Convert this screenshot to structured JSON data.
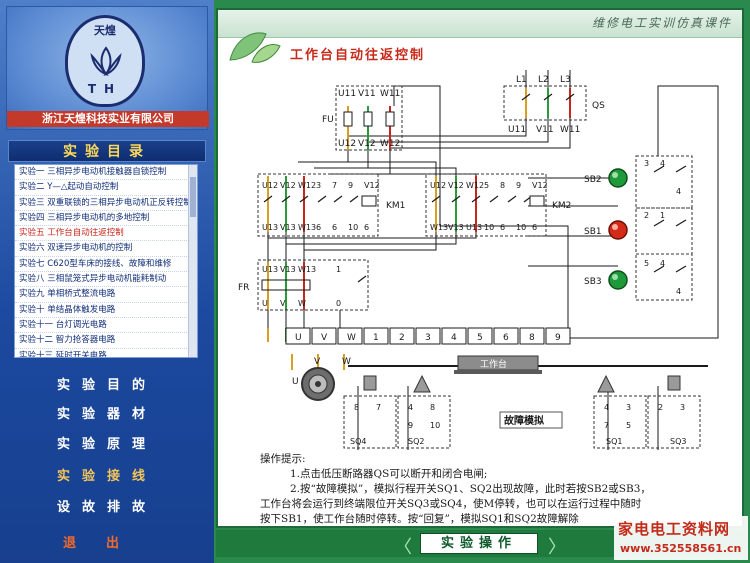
{
  "sidebar": {
    "logo_top_text": "天煌",
    "logo_th": "TH",
    "company": "浙江天煌科技实业有限公司",
    "menu_title": "实验目录",
    "experiments": [
      "实验一  三相异步电动机接触器自锁控制",
      "实验二  Y—△起动自动控制",
      "实验三  双重联锁的三相异步电动机正反转控制",
      "实验四  三相异步电动机的多地控制",
      "实验五  工作台自动往返控制",
      "实验六  双速异步电动机的控制",
      "实验七  C620型车床的接线、故障和维修",
      "实验八  三相鼠笼式异步电动机能耗制动",
      "实验九  单相桥式整流电路",
      "实验十  单结晶体触发电路",
      "实验十一  台灯调光电路",
      "实验十二  智力抢答器电路",
      "实验十三  延时开关电路"
    ],
    "active_index": 4,
    "buttons": [
      "实验目的",
      "实验器材",
      "实验原理",
      "实验接线",
      "设故排故"
    ],
    "exit_label": "退出"
  },
  "main": {
    "brand_title": "维修电工实训仿真课件",
    "page_title": "工作台自动往返控制",
    "tips_title": "操作提示:",
    "tips": [
      "1.点击低压断路器QS可以断开和闭合电闸;",
      "2.按“故障模拟”，模拟行程开关SQ1、SQ2出现故障，此时若按SB2或SB3，",
      "工作台将会运行到终端限位开关SQ3或SQ4，使M停转，也可以在运行过程中随时",
      "按下SB1，使工作台随时停转。按“回复”，模拟SQ1和SQ2故障解除"
    ],
    "fault_button": "故障模拟",
    "worktable_label": "工作台",
    "ops_button": "实验操作",
    "nav_prev": "〈",
    "nav_next": "〉"
  },
  "diagram": {
    "supply": [
      "L1",
      "L2",
      "L3"
    ],
    "qs_label": "QS",
    "qs_out": [
      "U11",
      "V11",
      "W11"
    ],
    "fu_label": "FU",
    "fu_in": [
      "U11",
      "V11",
      "W11"
    ],
    "fu_out": [
      "U12",
      "V12",
      "W12"
    ],
    "km1_label": "KM1",
    "km2_label": "KM2",
    "km1_top": [
      "U12",
      "V12",
      "W12",
      "3",
      "7",
      "9",
      "V12"
    ],
    "km1_bot": [
      "U13",
      "V13",
      "W13",
      "6",
      "6",
      "10",
      "6"
    ],
    "km2_top": [
      "U12",
      "V12",
      "W12",
      "5",
      "8",
      "9",
      "V12"
    ],
    "km2_bot": [
      "W13",
      "V13",
      "U13",
      "10",
      "6",
      "10",
      "6"
    ],
    "fr_label": "FR",
    "fr_top": [
      "U13",
      "V13",
      "W13",
      "1"
    ],
    "fr_bot": [
      "U",
      "V",
      "W",
      "0"
    ],
    "terminals": [
      "U",
      "V",
      "W",
      "1",
      "2",
      "3",
      "4",
      "5",
      "6",
      "8",
      "9"
    ],
    "motor_labels": [
      "U",
      "V",
      "W"
    ],
    "sb_labels": [
      "SB2",
      "SB1",
      "SB3"
    ],
    "sb_nums": [
      [
        "3",
        "4",
        "4"
      ],
      [
        "2",
        "1"
      ],
      [
        "5",
        "4",
        "4"
      ]
    ],
    "sq_labels": [
      "SQ4",
      "SQ2",
      "SQ1",
      "SQ3"
    ],
    "sq_nums": [
      [
        "8",
        "7"
      ],
      [
        "4",
        "8",
        "9",
        "10"
      ],
      [
        "4",
        "3",
        "7",
        "5"
      ],
      [
        "2",
        "3"
      ]
    ],
    "colors": {
      "wire": "#1a1a1a",
      "phase_a": "#d8a020",
      "phase_b": "#2a9a3a",
      "phase_c": "#c8261a",
      "dashed": "#333333",
      "sb_green": "#1f9a3a",
      "sb_red": "#d42a1a"
    }
  },
  "watermark": {
    "line1": "家电电工资料网",
    "line2": "www.352558561.cn"
  }
}
